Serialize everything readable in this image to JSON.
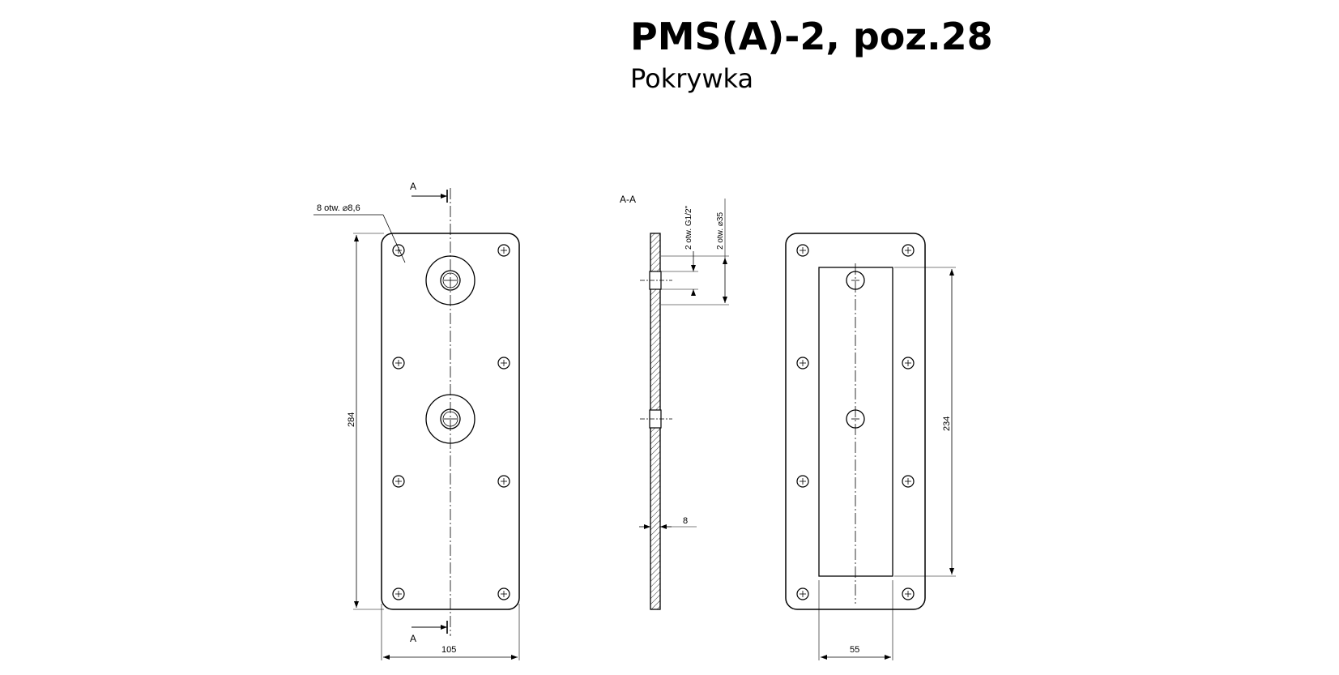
{
  "header": {
    "title": "PMS(A)-2, poz.28",
    "subtitle": "Pokrywka"
  },
  "views": {
    "front": {
      "section_mark_top": "A",
      "section_mark_bottom": "A",
      "hole_callout": "8 otw. ⌀8,6",
      "dim_height": "284",
      "dim_width": "105"
    },
    "section": {
      "label": "A-A",
      "callout_thread": "2 otw. G1/2\"",
      "callout_diameter": "2 otw. ⌀35",
      "dim_thickness": "8"
    },
    "back": {
      "dim_height": "234",
      "dim_width": "55"
    }
  },
  "colors": {
    "line": "#000000",
    "background": "#ffffff"
  }
}
